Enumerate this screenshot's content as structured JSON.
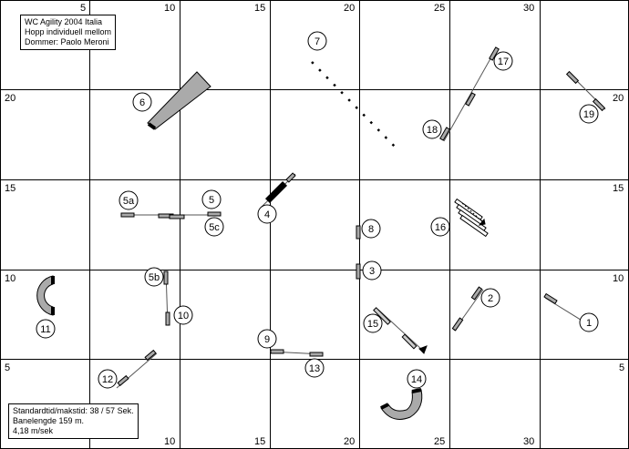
{
  "course_info": {
    "line1": "WC Agility 2004 Italia",
    "line2": "Hopp individuell mellom",
    "line3": "Dommer: Paolo Meroni"
  },
  "stats_info": {
    "line1": "Standardtid/makstid: 38 / 57 Sek.",
    "line2": "Banelengde 159 m.",
    "line3": "4,18 m/sek"
  },
  "grid": {
    "top_labels": [
      "5",
      "10",
      "15",
      "20",
      "25",
      "30"
    ],
    "bottom_labels": [
      "10",
      "15",
      "20",
      "25",
      "30"
    ],
    "left_labels": [
      "20",
      "15",
      "10",
      "5"
    ],
    "right_labels": [
      "20",
      "15",
      "10",
      "5"
    ]
  },
  "obstacles": {
    "n1": "1",
    "n2": "2",
    "n3": "3",
    "n4": "4",
    "n5": "5",
    "n5a": "5a",
    "n5b": "5b",
    "n5c": "5c",
    "n6": "6",
    "n7": "7",
    "n8": "8",
    "n9": "9",
    "n10": "10",
    "n11": "11",
    "n12": "12",
    "n13": "13",
    "n14": "14",
    "n15": "15",
    "n16": "16",
    "n17": "17",
    "n18": "18",
    "n19": "19"
  }
}
